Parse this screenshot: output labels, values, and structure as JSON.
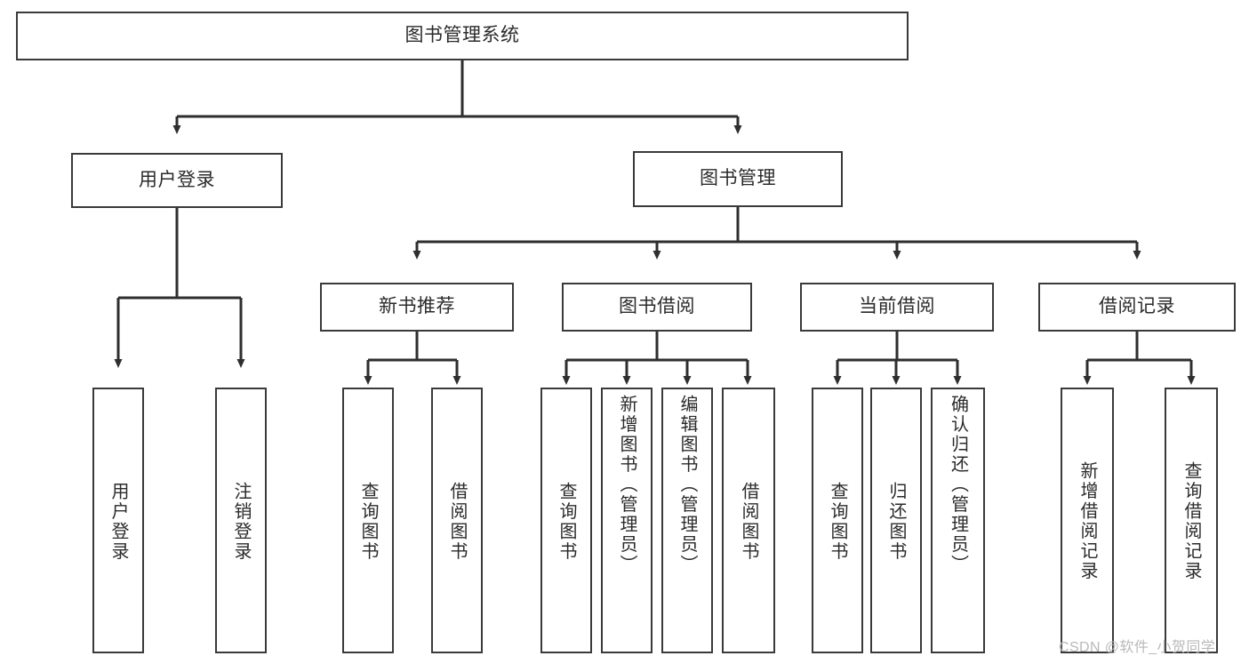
{
  "diagram": {
    "type": "tree-hierarchy",
    "title": "图书管理系统",
    "watermark": "CSDN @软件_小贺同学",
    "colors": {
      "box_border": "#3a3a3a",
      "box_fill": "#ffffff",
      "connector": "#2e2e2e",
      "text": "#2b2b2b",
      "watermark": "#b9b9b9",
      "background": "#ffffff"
    },
    "nodes": {
      "root": {
        "label": "图书管理系统"
      },
      "level2": [
        {
          "id": "user-login",
          "label": "用户登录"
        },
        {
          "id": "book-management",
          "label": "图书管理"
        }
      ],
      "level3": [
        {
          "id": "new-book-recommend",
          "label": "新书推荐"
        },
        {
          "id": "book-borrow",
          "label": "图书借阅"
        },
        {
          "id": "current-borrow",
          "label": "当前借阅"
        },
        {
          "id": "borrow-record",
          "label": "借阅记录"
        }
      ],
      "leaves": {
        "user-login": [
          {
            "id": "user-login-leaf",
            "label": "用户登录"
          },
          {
            "id": "user-logout-leaf",
            "label": "注销登录"
          }
        ],
        "new-book-recommend": [
          {
            "id": "query-book-1",
            "label": "查询图书"
          },
          {
            "id": "borrow-book-1",
            "label": "借阅图书"
          }
        ],
        "book-borrow": [
          {
            "id": "query-book-2",
            "label": "查询图书"
          },
          {
            "id": "add-book",
            "label": "新增图书（管理员）"
          },
          {
            "id": "edit-book",
            "label": "编辑图书（管理员）"
          },
          {
            "id": "borrow-book-2",
            "label": "借阅图书"
          }
        ],
        "current-borrow": [
          {
            "id": "query-book-3",
            "label": "查询图书"
          },
          {
            "id": "return-book",
            "label": "归还图书"
          },
          {
            "id": "confirm-return",
            "label": "确认归还（管理员）"
          }
        ],
        "borrow-record": [
          {
            "id": "add-borrow-record",
            "label": "新增借阅记录"
          },
          {
            "id": "query-borrow-record",
            "label": "查询借阅记录"
          }
        ]
      }
    }
  }
}
